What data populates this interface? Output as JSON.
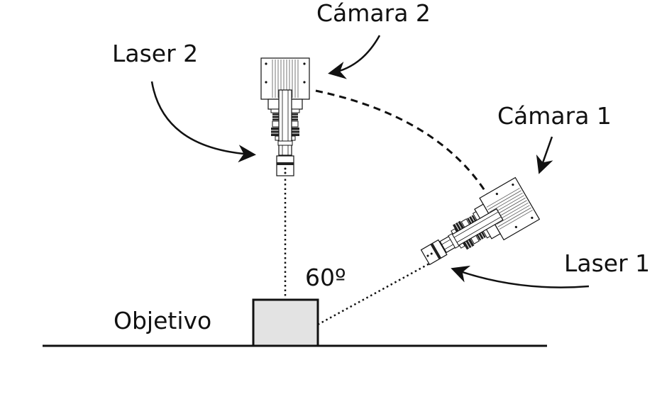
{
  "labels": {
    "camera_2": "Cámara 2",
    "laser_2": "Laser 2",
    "camera_1": "Cámara 1",
    "laser_1": "Laser 1",
    "angle": "60º",
    "target": "Objetivo"
  },
  "colors": {
    "stroke": "#111111",
    "target_fill": "#e3e3e3",
    "device_fill": "#ffffff"
  }
}
